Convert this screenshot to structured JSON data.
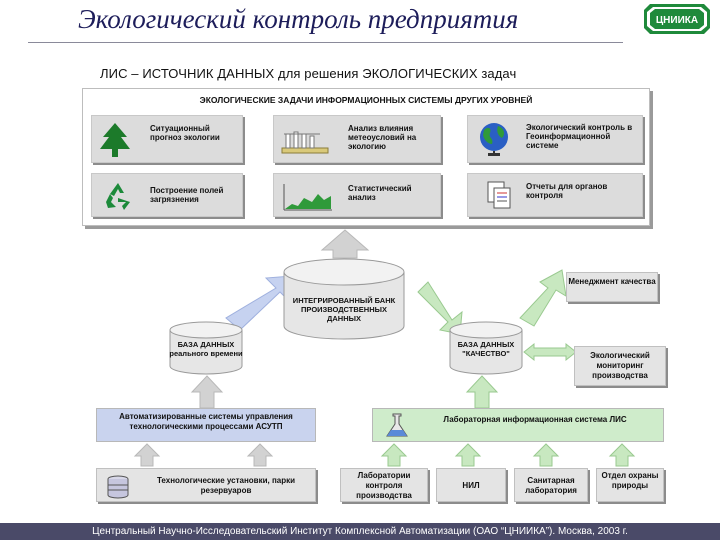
{
  "header": {
    "title": "Экологический контроль предприятия",
    "logo_text": "ЦНИИКА",
    "subtitle": "ЛИС – ИСТОЧНИК ДАННЫХ для решения ЭКОЛОГИЧЕСКИХ задач"
  },
  "panel": {
    "title": "ЭКОЛОГИЧЕСКИЕ ЗАДАЧИ ИНФОРМАЦИОННЫХ СИСТЕМЫ ДРУГИХ УРОВНЕЙ",
    "tasks": [
      {
        "label": "Ситуационный прогноз экологии",
        "icon": "tree-icon"
      },
      {
        "label": "Анализ влияния метеоусловий на экологию",
        "icon": "industrial-plant-icon"
      },
      {
        "label": "Экологический контроль в Геоинформационной системе",
        "icon": "globe-icon"
      },
      {
        "label": "Построение полей загрязнения",
        "icon": "recycle-icon"
      },
      {
        "label": "Статистический анализ",
        "icon": "area-chart-icon"
      },
      {
        "label": "Отчеты для органов контроля",
        "icon": "report-documents-icon"
      }
    ]
  },
  "databases": {
    "integrated": "ИНТЕГРИРОВАННЫЙ БАНК ПРОИЗВОДСТВЕННЫХ ДАННЫХ",
    "realtime": "БАЗА ДАННЫХ реального времени",
    "quality": "БАЗА ДАННЫХ \"КАЧЕСТВО\""
  },
  "side_boxes": {
    "management": "Менеджмент качества",
    "monitoring": "Экологический мониторинг производства"
  },
  "systems": {
    "asutp": "Автоматизированные системы управления технологическими процессами АСУТП",
    "lis": "Лабораторная информационная система ЛИС"
  },
  "sources": {
    "plants": "Технологические установки, парки резервуаров",
    "labs": [
      "Лаборатории контроля производства",
      "НИЛ",
      "Санитарная лаборатория",
      "Отдел охраны природы"
    ]
  },
  "footer": "Центральный Научно-Исследовательский Институт Комплексной Автоматизации (ОАО “ЦНИИКА”). Москва, 2003 г.",
  "colors": {
    "title": "#1d1d5a",
    "logo_green": "#1f8a3b",
    "footer_bg": "#4a4a68",
    "arrow_gray": "#d2d2d2",
    "arrow_green": "#c8e8c0",
    "arrow_blue": "#c6d2f0",
    "bar_blue": "#c9d3ee",
    "bar_green": "#cfeccb"
  }
}
